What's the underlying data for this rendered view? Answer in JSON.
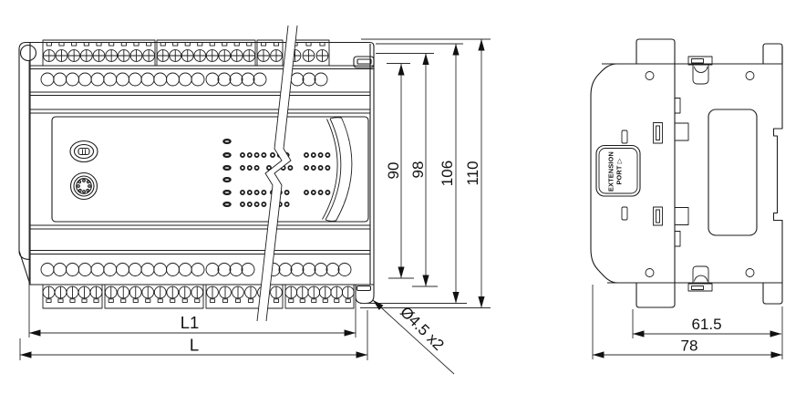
{
  "drawing": {
    "front_view": {
      "dim_height_panel": "90",
      "dim_height_mid": "98",
      "dim_height_outer": "106",
      "dim_height_total": "110",
      "dim_length_inner": "L1",
      "dim_length_total": "L",
      "hole_callout": "Ø4.5 x2"
    },
    "side_view": {
      "extension_port_line1": "EXTENSION",
      "extension_port_line2": "PORT ▷",
      "dim_depth_front": "61.5",
      "dim_depth_total": "78"
    },
    "colors": {
      "line": "#1c1c1c",
      "dimension_line": "#2e2e2e",
      "background": "#ffffff"
    }
  }
}
